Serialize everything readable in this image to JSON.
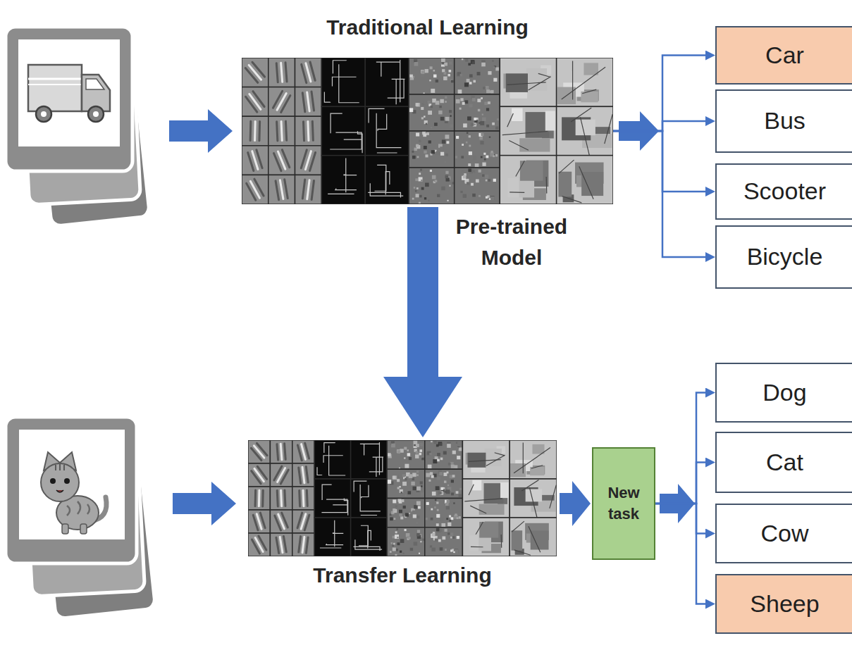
{
  "diagram": {
    "nodes": [
      {
        "text": [
          "Traditional Learning"
        ]
      },
      {
        "text": [
          "Car"
        ]
      },
      {
        "text": [
          "Bus"
        ]
      },
      {
        "text": [
          "Scooter"
        ]
      },
      {
        "text": [
          "Bicycle"
        ]
      },
      {
        "text": [
          "Transfer Learning"
        ]
      },
      {
        "text": [
          "New task"
        ]
      },
      {
        "text": [
          "Dog"
        ]
      },
      {
        "text": [
          "Cat"
        ]
      },
      {
        "text": [
          "Cow"
        ]
      },
      {
        "text": [
          "Sheep"
        ]
      }
    ],
    "edges": [
      {
        "from": 0,
        "to": 1,
        "arrow": "to"
      },
      {
        "from": 0,
        "to": 2,
        "arrow": "to"
      },
      {
        "from": 0,
        "to": 3,
        "arrow": "to"
      },
      {
        "from": 0,
        "to": 4,
        "arrow": "to"
      },
      {
        "from": 0,
        "to": 5,
        "label": "Pre-trained Model",
        "arrow": "to"
      },
      {
        "from": 5,
        "to": 6,
        "arrow": "to"
      },
      {
        "from": 6,
        "to": 7,
        "arrow": "to"
      },
      {
        "from": 6,
        "to": 8,
        "arrow": "to"
      },
      {
        "from": 6,
        "to": 9,
        "arrow": "to"
      },
      {
        "from": 6,
        "to": 10,
        "arrow": "to"
      }
    ]
  }
}
